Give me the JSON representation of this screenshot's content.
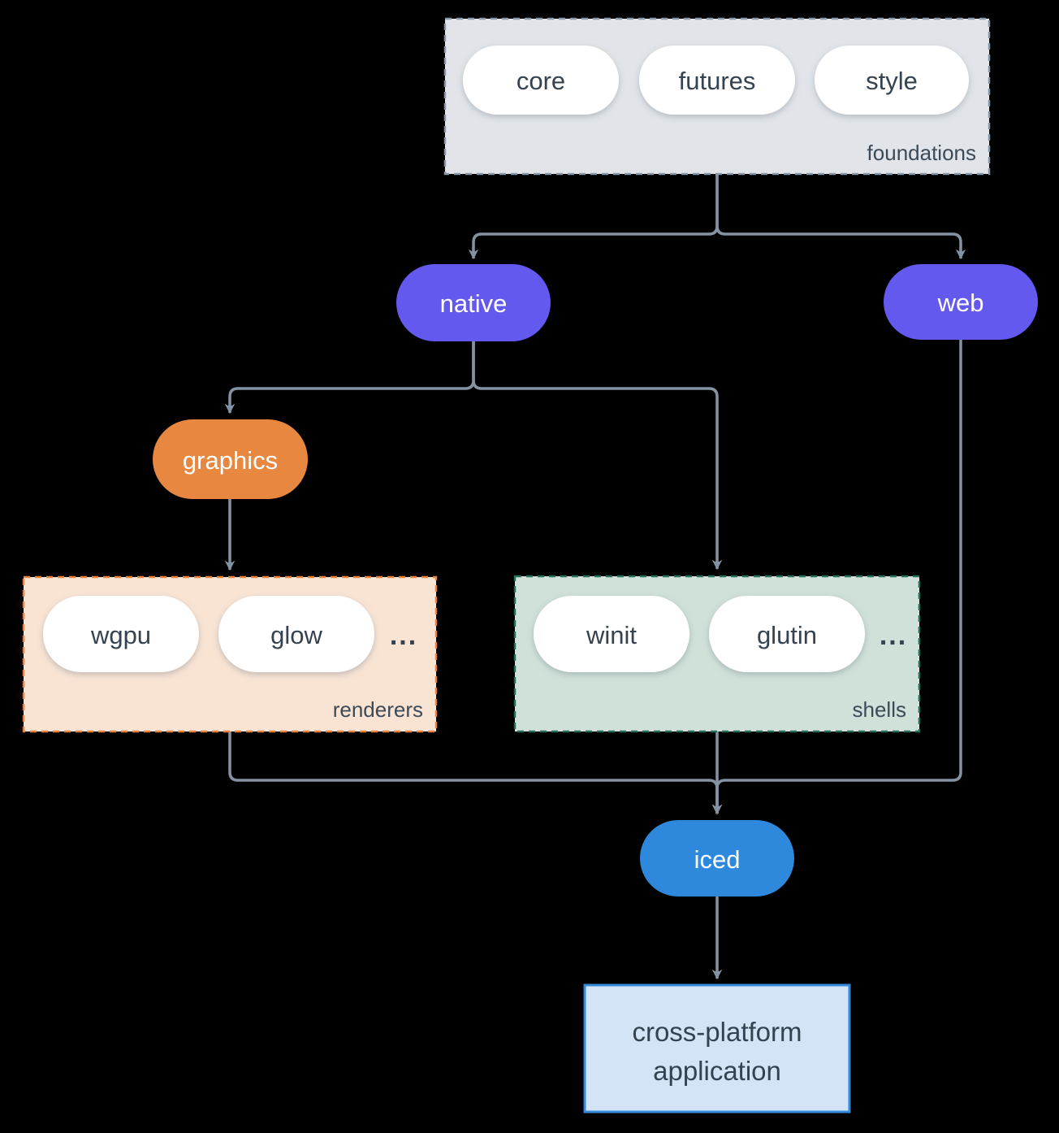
{
  "diagram": {
    "foundations": {
      "label": "foundations",
      "pills": [
        "core",
        "futures",
        "style"
      ]
    },
    "nodes": {
      "native": "native",
      "web": "web",
      "graphics": "graphics",
      "iced": "iced"
    },
    "renderers": {
      "label": "renderers",
      "pills": [
        "wgpu",
        "glow"
      ],
      "ellipsis": "..."
    },
    "shells": {
      "label": "shells",
      "pills": [
        "winit",
        "glutin"
      ],
      "ellipsis": "..."
    },
    "application": {
      "line1": "cross-platform",
      "line2": "application"
    },
    "colors": {
      "background": "#000000",
      "edge": "#8493a3",
      "foundations_fill": "#e1e5e9",
      "foundations_border": "#8a99a9",
      "pill_white": "#ffffff",
      "text_dark": "#35424f",
      "text_light": "#ffffff",
      "purple": "#6459ee",
      "orange": "#e78740",
      "blue": "#2e89dc",
      "renderers_fill": "#f9e4d4",
      "renderers_border": "#e8823c",
      "shells_fill": "#d0e1d9",
      "shells_border": "#22705c",
      "app_fill": "#d2e4f6",
      "app_border": "#3489db"
    }
  }
}
